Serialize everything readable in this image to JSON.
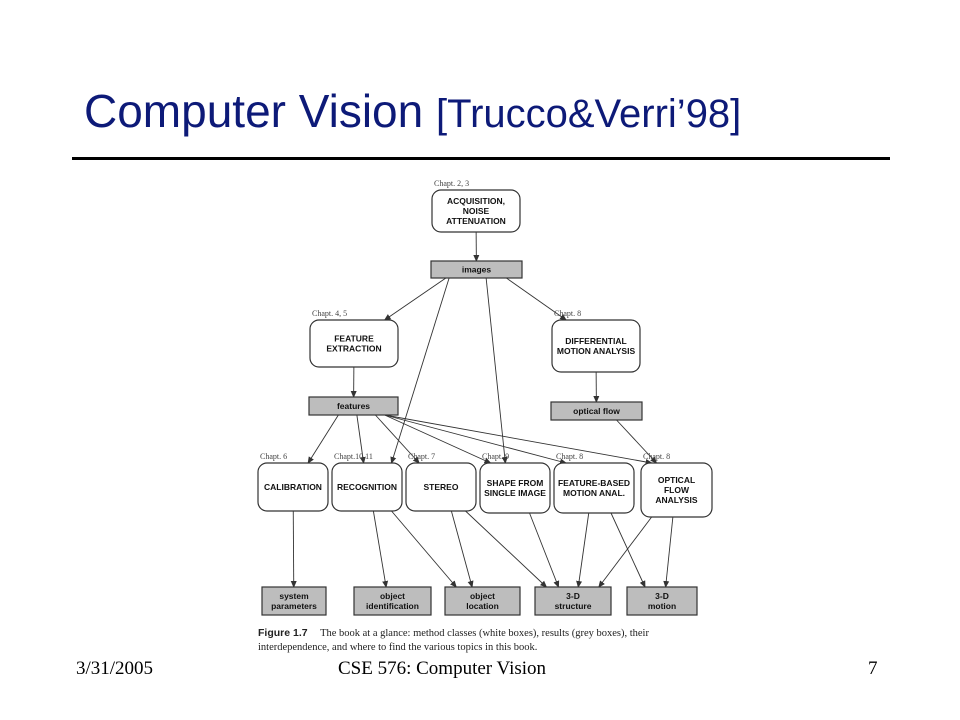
{
  "slide": {
    "title_main": "Computer Vision ",
    "title_sub": "[Trucco&Verri’98]"
  },
  "diagram": {
    "method_boxes": [
      {
        "id": "acq",
        "lines": [
          "ACQUISITION,",
          "NOISE",
          "ATTENUATION"
        ],
        "chapter": "Chapt. 2, 3"
      },
      {
        "id": "feat",
        "lines": [
          "FEATURE",
          "EXTRACTION"
        ],
        "chapter": "Chapt. 4, 5"
      },
      {
        "id": "diff",
        "lines": [
          "DIFFERENTIAL",
          "MOTION ANALYSIS"
        ],
        "chapter": "Chapt. 8"
      },
      {
        "id": "cal",
        "lines": [
          "CALIBRATION"
        ],
        "chapter": "Chapt. 6"
      },
      {
        "id": "rec",
        "lines": [
          "RECOGNITION"
        ],
        "chapter": "Chapt.10,11"
      },
      {
        "id": "ste",
        "lines": [
          "STEREO"
        ],
        "chapter": "Chapt. 7"
      },
      {
        "id": "shp",
        "lines": [
          "SHAPE FROM",
          "SINGLE IMAGE"
        ],
        "chapter": "Chapt. 9"
      },
      {
        "id": "fbm",
        "lines": [
          "FEATURE-BASED",
          "MOTION ANAL."
        ],
        "chapter": "Chapt. 8"
      },
      {
        "id": "ofa",
        "lines": [
          "OPTICAL",
          "FLOW",
          "ANALYSIS"
        ],
        "chapter": "Chapt. 8"
      }
    ],
    "result_boxes": [
      {
        "id": "img",
        "lines": [
          "images"
        ]
      },
      {
        "id": "fts",
        "lines": [
          "features"
        ]
      },
      {
        "id": "ofl",
        "lines": [
          "optical flow"
        ]
      },
      {
        "id": "sys",
        "lines": [
          "system",
          "parameters"
        ]
      },
      {
        "id": "oid",
        "lines": [
          "object",
          "identification"
        ]
      },
      {
        "id": "olc",
        "lines": [
          "object",
          "location"
        ]
      },
      {
        "id": "s3d",
        "lines": [
          "3-D",
          "structure"
        ]
      },
      {
        "id": "m3d",
        "lines": [
          "3-D",
          "motion"
        ]
      }
    ],
    "edges": [
      [
        "acq",
        "img"
      ],
      [
        "img",
        "feat"
      ],
      [
        "img",
        "diff"
      ],
      [
        "img",
        "rec"
      ],
      [
        "img",
        "shp"
      ],
      [
        "feat",
        "fts"
      ],
      [
        "diff",
        "ofl"
      ],
      [
        "fts",
        "cal"
      ],
      [
        "fts",
        "rec"
      ],
      [
        "fts",
        "ste"
      ],
      [
        "fts",
        "shp"
      ],
      [
        "fts",
        "fbm"
      ],
      [
        "fts",
        "ofa"
      ],
      [
        "ofl",
        "ofa"
      ],
      [
        "cal",
        "sys"
      ],
      [
        "rec",
        "oid"
      ],
      [
        "rec",
        "olc"
      ],
      [
        "ste",
        "olc"
      ],
      [
        "ste",
        "s3d"
      ],
      [
        "shp",
        "s3d"
      ],
      [
        "fbm",
        "s3d"
      ],
      [
        "fbm",
        "m3d"
      ],
      [
        "ofa",
        "s3d"
      ],
      [
        "ofa",
        "m3d"
      ]
    ],
    "caption": {
      "figure_label": "Figure 1.7",
      "line1": "The book at a glance: method classes (white boxes), results (grey boxes), their",
      "line2": "interdependence, and where to find the various topics in this book."
    }
  },
  "footer": {
    "date": "3/31/2005",
    "course": "CSE 576: Computer Vision",
    "page": "7"
  },
  "colors": {
    "title": "#0d1a78",
    "method_fill": "#ffffff",
    "result_fill": "#bdbdbd",
    "stroke": "#333333"
  }
}
